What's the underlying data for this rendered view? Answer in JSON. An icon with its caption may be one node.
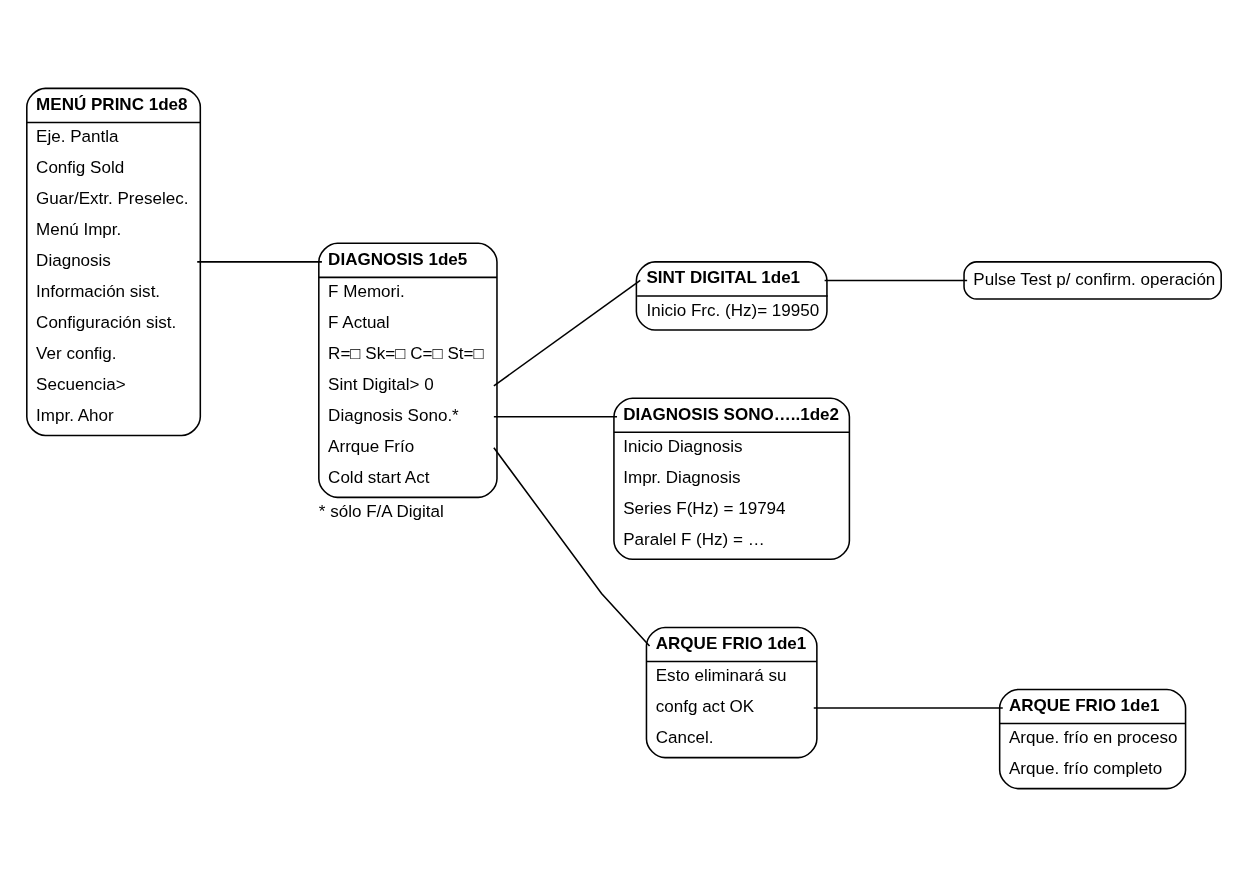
{
  "diagram": {
    "nodes": [
      {
        "text": [
          "MENÚ PRINC 1de8",
          "Eje. Pantla",
          "Config Sold",
          "Guar/Extr. Preselec.",
          "Menú Impr.",
          "Diagnosis",
          "Información sist.",
          "Configuración sist.",
          "Ver config.",
          "Secuencia>",
          "Impr. Ahor"
        ]
      },
      {
        "text": [
          "DIAGNOSIS 1de5",
          "F Memori.",
          "F Actual",
          "R=□ Sk=□ C=□ St=□",
          "Sint Digital> 0",
          "Diagnosis Sono.*",
          "Arrque Frío",
          "Cold start Act"
        ],
        "beside": [
          "* sólo F/A Digital"
        ]
      },
      {
        "text": [
          "SINT DIGITAL 1de1",
          "Inicio Frc. (Hz)= 19950"
        ]
      },
      {
        "text": [
          "Pulse Test p/ confirm. operación"
        ]
      },
      {
        "text": [
          "ARQUE FRIO 1de1",
          "Esto eliminará su",
          "confg act OK",
          "Cancel."
        ]
      },
      {
        "text": [
          "ARQUE FRIO 1de1",
          "Arque. frío en proceso",
          "Arque. frío completo"
        ]
      },
      {
        "text": [
          "DIAGNOSIS SONO…..1de2",
          "Inicio Diagnosis",
          "Impr. Diagnosis",
          "Series F(Hz) = 19794",
          "Paralel F (Hz) = …"
        ]
      }
    ],
    "edges": [
      {
        "from": 0,
        "to": 1,
        "arrow": "none"
      },
      {
        "from": 1,
        "to": 2,
        "arrow": "none"
      },
      {
        "from": 2,
        "to": 3,
        "arrow": "none"
      },
      {
        "from": 1,
        "to": 6,
        "arrow": "none"
      },
      {
        "from": 1,
        "to": 4,
        "arrow": "none"
      },
      {
        "from": 4,
        "to": 5,
        "arrow": "none"
      }
    ]
  }
}
